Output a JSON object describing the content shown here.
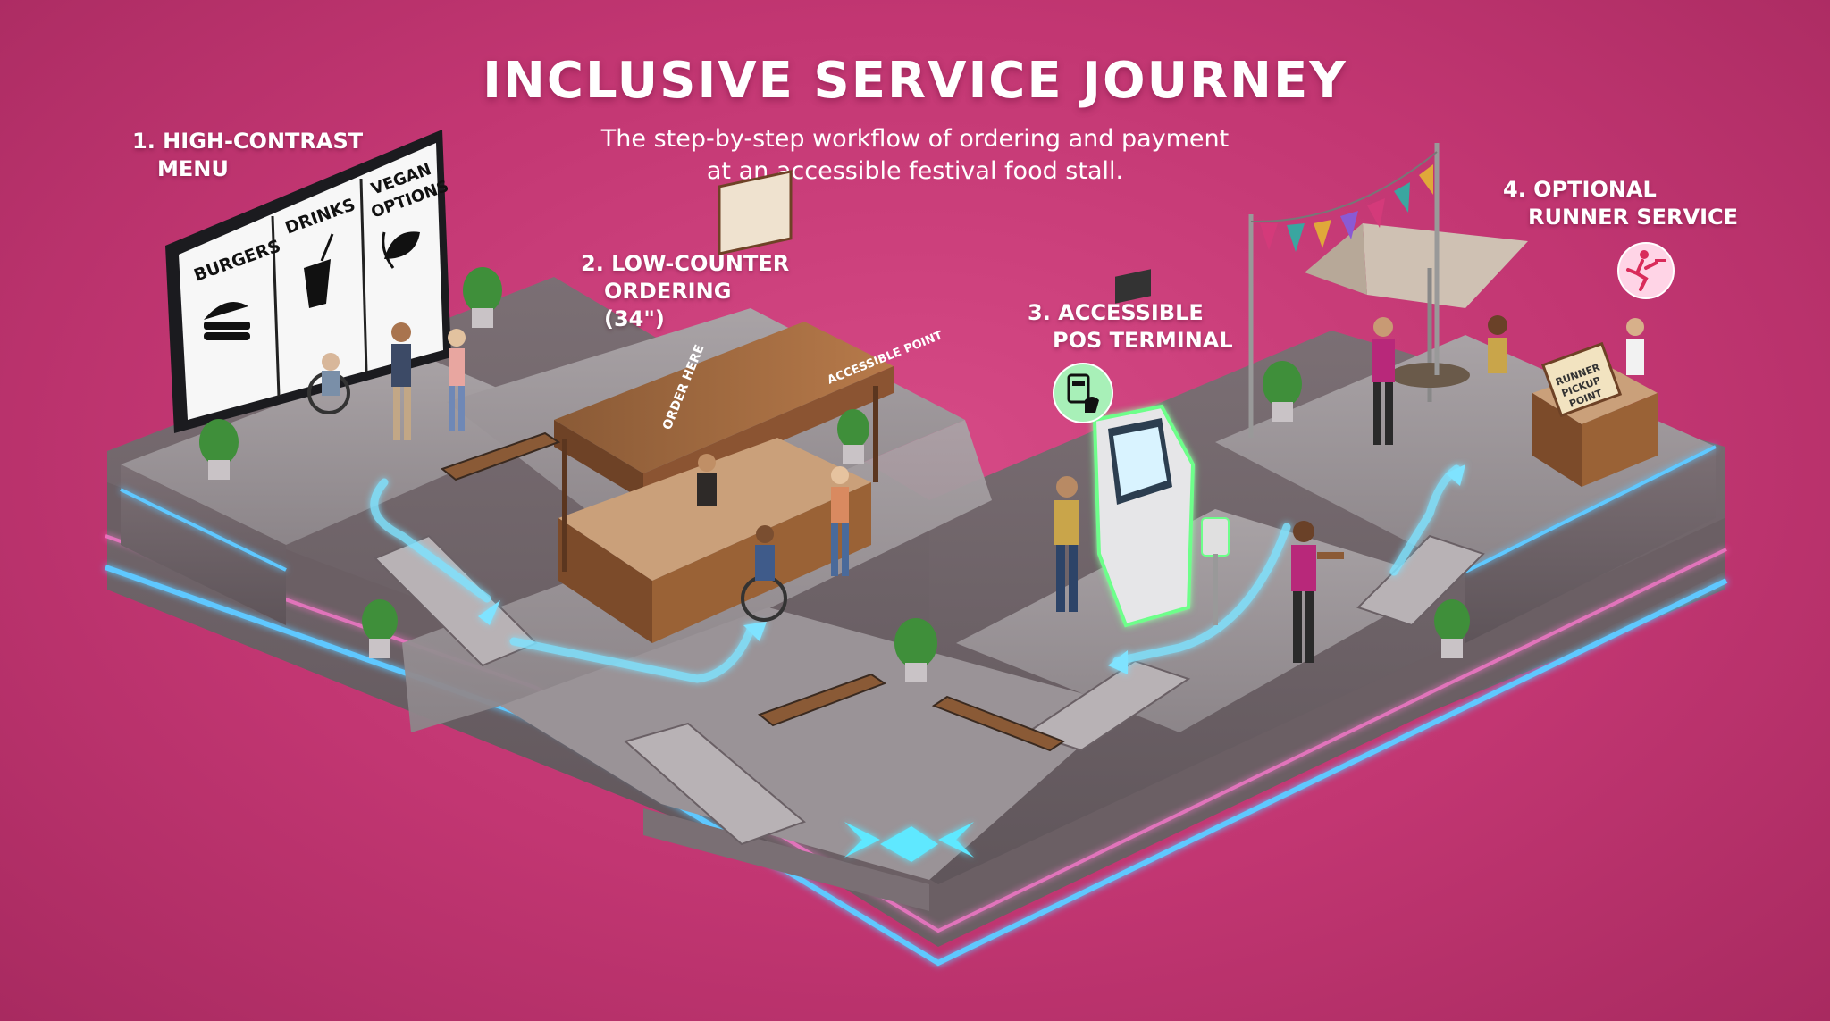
{
  "title": "INCLUSIVE SERVICE JOURNEY",
  "subtitle": {
    "line1": "The step-by-step workflow of ordering and payment",
    "line2": "at an accessible festival food stall."
  },
  "steps": [
    {
      "line1": "1. HIGH-CONTRAST",
      "line2": "MENU"
    },
    {
      "line1": "2. LOW-COUNTER",
      "line2": "ORDERING",
      "line3": "(34\")"
    },
    {
      "line1": "3. ACCESSIBLE",
      "line2": "POS TERMINAL"
    },
    {
      "line1": "4. OPTIONAL",
      "line2": "RUNNER SERVICE"
    }
  ],
  "menu_board": {
    "col1": "BURGERS",
    "col2": "DRINKS",
    "col3_line1": "VEGAN",
    "col3_line2": "OPTIONS"
  },
  "stall_signs": {
    "order_here": "ORDER HERE",
    "accessible_point": "ACCESSIBLE POINT"
  },
  "pickup_sign": {
    "line1": "RUNNER",
    "line2": "PICKUP",
    "line3": "POINT"
  },
  "icons": {
    "step3": "card-payment-icon",
    "step4": "running-waiter-icon"
  },
  "colors": {
    "background": "#c23672",
    "path_arrow": "#7fe3ff",
    "platform_edge_glow": "#5ec8ff",
    "pos_glow": "#6dff8a"
  }
}
